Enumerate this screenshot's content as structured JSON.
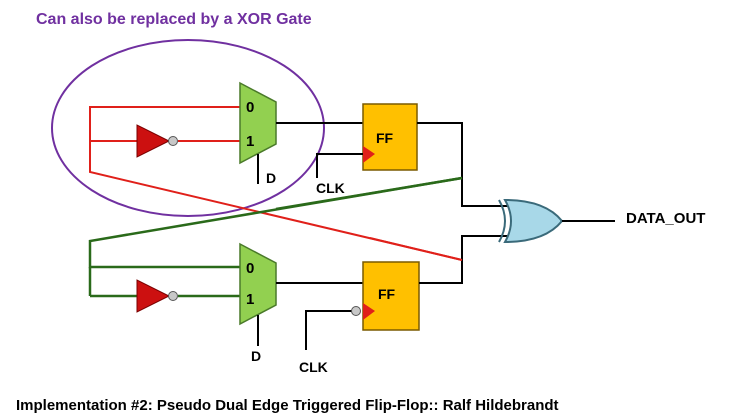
{
  "title": "Can also be replaced by a XOR Gate",
  "caption": "Implementation #2: Pseudo Dual Edge Triggered Flip-Flop:: Ralf Hildebrandt",
  "mux_top": {
    "in0": "0",
    "in1": "1",
    "select": "D"
  },
  "mux_bottom": {
    "in0": "0",
    "in1": "1",
    "select": "D"
  },
  "ff_top": {
    "label": "FF",
    "clk": "CLK"
  },
  "ff_bottom": {
    "label": "FF",
    "clk": "CLK"
  },
  "output_label": "DATA_OUT",
  "colors": {
    "title": "#7030a0",
    "ellipse": "#7030a0",
    "mux_fill": "#92d050",
    "ff_fill": "#ffc000",
    "xor_fill": "#a8d8e8",
    "inverter_fill": "#cc1010",
    "wire_red": "#e0201a",
    "wire_green": "#2a6a1a"
  }
}
